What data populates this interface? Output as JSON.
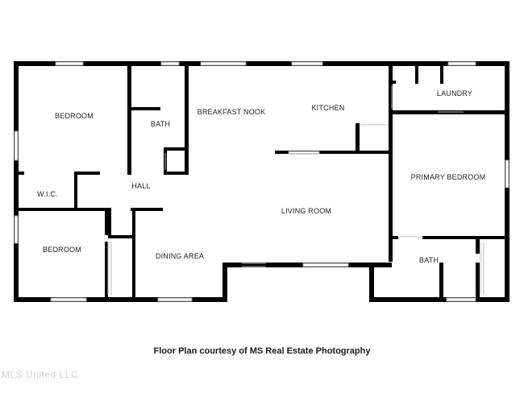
{
  "rooms": {
    "bedroom_1": "BEDROOM",
    "bath_1": "BATH",
    "breakfast_nook": "BREAKFAST NOOK",
    "kitchen": "KITCHEN",
    "laundry": "LAUNDRY",
    "primary_bedroom": "PRIMARY BEDROOM",
    "wic": "W.I.C.",
    "hall": "HALL",
    "living_room": "LIVING ROOM",
    "bedroom_2": "BEDROOM",
    "dining_area": "DINING AREA",
    "bath_2": "BATH"
  },
  "caption": "Floor Plan courtesy of MS Real Estate Photography",
  "watermark": "MLS United LLC",
  "colors": {
    "wall": "#000000",
    "window": "#9a9a9a",
    "background": "#ffffff"
  }
}
